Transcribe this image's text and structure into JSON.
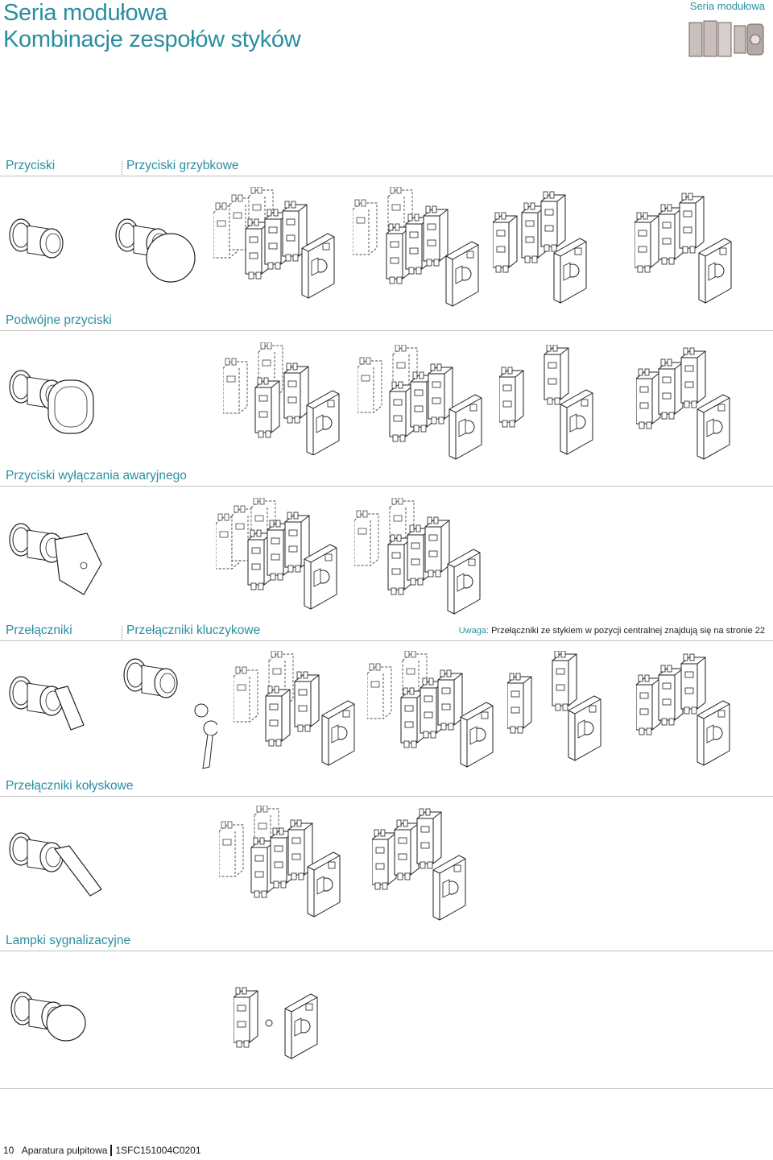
{
  "header": {
    "title_line1": "Seria modułowa",
    "title_line2": "Kombinacje zespołów styków",
    "series_tag": "Seria modułowa"
  },
  "sections": {
    "s1": {
      "label_a": "Przyciski",
      "label_b": "Przyciski grzybkowe"
    },
    "s2": {
      "label": "Podwójne przyciski"
    },
    "s3": {
      "label": "Przyciski wyłączania awaryjnego"
    },
    "s4": {
      "label_a": "Przełączniki",
      "label_b": "Przełączniki kluczykowe",
      "note_key": "Uwaga:",
      "note_text": "Przełączniki ze stykiem w pozycji centralnej znajdują się na stronie 22"
    },
    "s5": {
      "label": "Przełączniki kołyskowe"
    },
    "s6": {
      "label": "Lampki sygnalizacyjne"
    }
  },
  "footer": {
    "page_number": "10",
    "doc_title": "Aparatura pulpitowa",
    "doc_code": "1SFC151004C0201"
  }
}
